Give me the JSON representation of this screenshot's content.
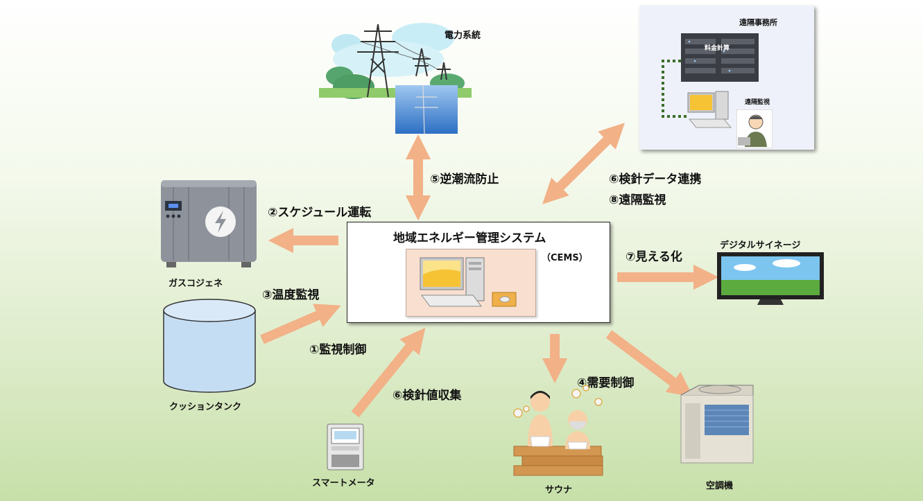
{
  "nodes": {
    "grid": "電力系統",
    "office": "遠隔事務所",
    "billing": "料金計算",
    "remote_monitor": "遠隔監視",
    "cems_title": "地域エネルギー管理システム",
    "cems_abbr": "（CEMS）",
    "gas_cogen": "ガスコジェネ",
    "cushion_tank": "クッションタンク",
    "smart_meter": "スマートメータ",
    "sauna": "サウナ",
    "hvac": "空調機",
    "signage": "デジタルサイネージ"
  },
  "links": {
    "reverse_flow": "⑤逆潮流防止",
    "meter_data": "⑥検針データ連携",
    "remote_watch": "⑧遠隔監視",
    "schedule": "②スケジュール運転",
    "temperature": "③温度監視",
    "control": "①監視制御",
    "collect": "⑥検針値収集",
    "demand": "④需要制御",
    "visualize": "⑦見える化"
  },
  "colors": {
    "arrow": "#f2b187",
    "cems_inner": "#f8dfd0",
    "tank": "#c5ddf3",
    "cogen": "#8e939b"
  }
}
